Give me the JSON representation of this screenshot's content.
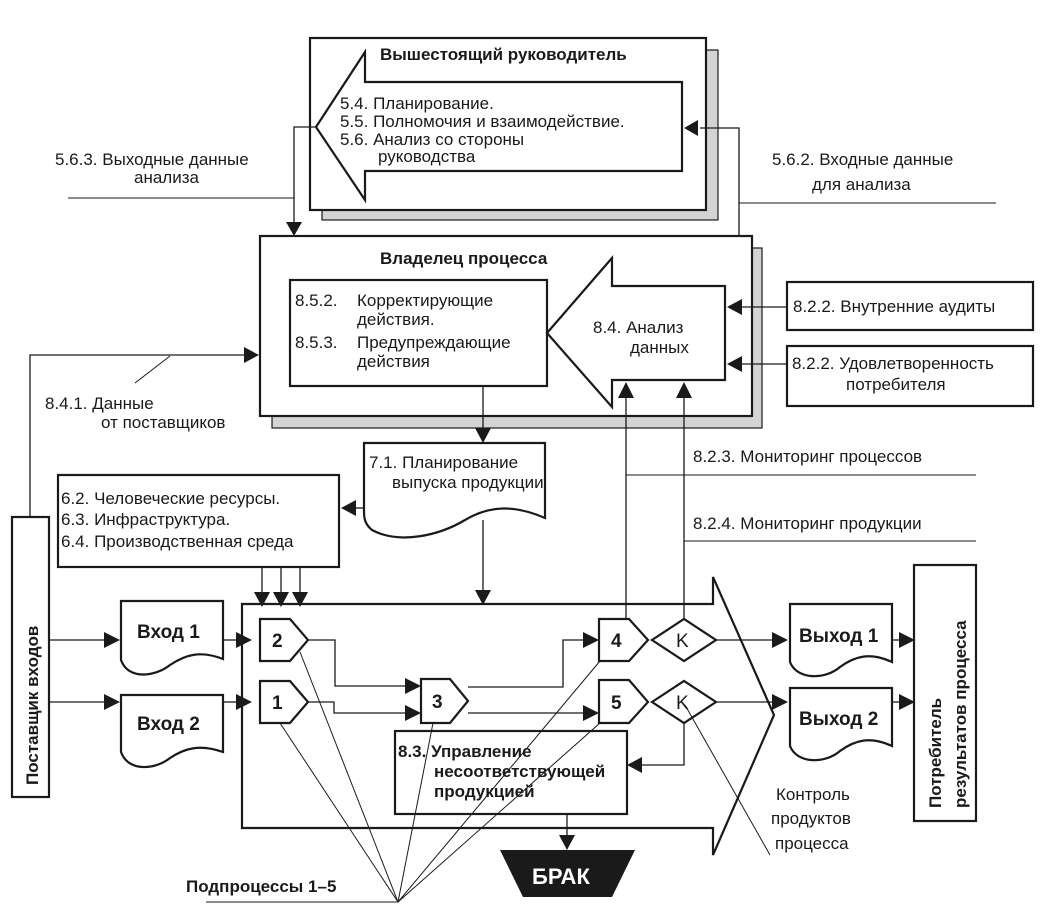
{
  "colors": {
    "ink": "#1a1a1a",
    "shadow": "#d4d4d4",
    "background": "#ffffff",
    "reject_fill": "#1a1a1a",
    "reject_text": "#ffffff"
  },
  "senior_manager": {
    "title": "Вышестоящий руководитель",
    "lines": [
      "5.4. Планирование.",
      "5.5. Полномочия и взаимодействие.",
      "5.6. Анализ со стороны",
      "руководства"
    ]
  },
  "labels": {
    "output_analysis": [
      "5.6.3. Выходные данные",
      "анализа"
    ],
    "input_analysis": [
      "5.6.2. Входные данные",
      "для анализа"
    ],
    "supplier_data": [
      "8.4.1. Данные",
      "от поставщиков"
    ],
    "monitor_processes": "8.2.3. Мониторинг процессов",
    "monitor_products": "8.2.4. Мониторинг продукции",
    "control_products": [
      "Контроль",
      "продуктов",
      "процесса"
    ],
    "subprocesses": "Подпроцессы 1–5"
  },
  "process_owner": {
    "title": "Владелец процесса",
    "actions": [
      "8.5.2.",
      "Корректирующие",
      "действия.",
      "8.5.3.",
      "Предупреждающие",
      "действия"
    ],
    "analysis": [
      "8.4. Анализ",
      "данных"
    ]
  },
  "feedback_sources": [
    {
      "lines": [
        "8.2.2. Внутренние аудиты"
      ]
    },
    {
      "lines": [
        "8.2.2. Удовлетворенность",
        "потребителя"
      ]
    }
  ],
  "planning": [
    "7.1. Планирование",
    "выпуска продукции"
  ],
  "resources": [
    "6.2. Человеческие ресурсы.",
    "6.3. Инфраструктура.",
    "6.4. Производственная среда"
  ],
  "supplier": "Поставщик входов",
  "consumer": [
    "Потребитель",
    "результатов процесса"
  ],
  "inputs": [
    "Вход 1",
    "Вход 2"
  ],
  "outputs": [
    "Выход 1",
    "Выход 2"
  ],
  "subprocess_ids": [
    "2",
    "1",
    "3",
    "4",
    "5"
  ],
  "control_symbol": "K",
  "nonconforming": [
    "8.3. Управление",
    "несоответствующей",
    "продукцией"
  ],
  "reject": "БРАК"
}
